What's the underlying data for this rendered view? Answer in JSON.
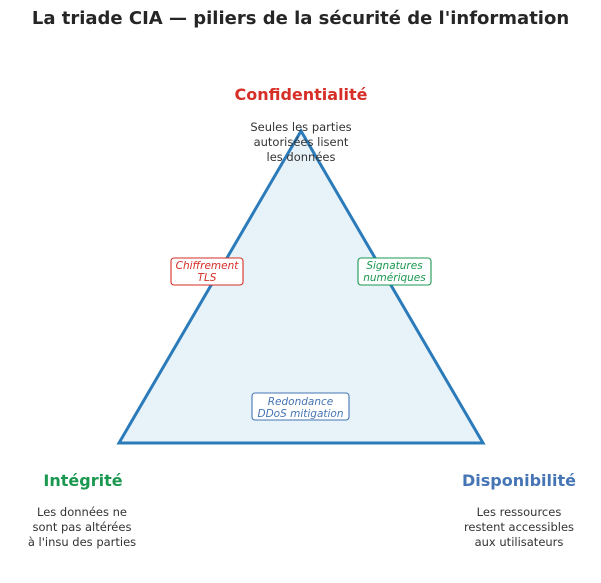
{
  "title": "La triade CIA — piliers de la sécurité de l'information",
  "colors": {
    "title": "#262626",
    "triangle_stroke": "#2b7bba",
    "triangle_fill": "#e8f3f9",
    "confidentiality": "#d62f27",
    "integrity": "#1a9850",
    "availability": "#4575b4",
    "description": "#333333"
  },
  "vertices": {
    "confidentiality": {
      "title": "Confidentialité",
      "description": [
        "Seules les parties",
        "autorisées lisent",
        "les données"
      ]
    },
    "integrity": {
      "title": "Intégrité",
      "description": [
        "Les données ne",
        "sont pas altérées",
        "à l'insu des parties"
      ]
    },
    "availability": {
      "title": "Disponibilité",
      "description": [
        "Les ressources",
        "restent accessibles",
        "aux utilisateurs"
      ]
    }
  },
  "edges": {
    "left": {
      "lines": [
        "Chiffrement",
        "TLS"
      ],
      "color": "#d62f27"
    },
    "right": {
      "lines": [
        "Signatures",
        "numériques"
      ],
      "color": "#1a9850"
    },
    "bottom": {
      "lines": [
        "Redondance",
        "DDoS mitigation"
      ],
      "color": "#4575b4"
    }
  }
}
